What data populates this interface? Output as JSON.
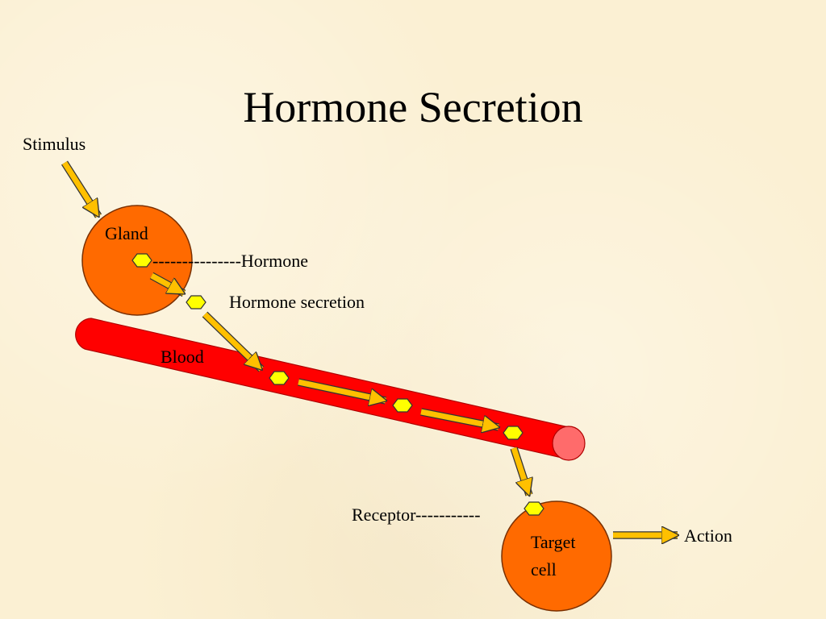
{
  "title": "Hormone Secretion",
  "labels": {
    "stimulus": "Stimulus",
    "gland": "Gland",
    "hormone": "---------------Hormone",
    "hormone_secretion": "Hormone secretion",
    "blood": "Blood",
    "receptor": "Receptor-----------",
    "target_line1": "Target",
    "target_line2": "cell",
    "action": "Action"
  },
  "colors": {
    "background": "#fbf0d3",
    "gland_fill": "#ff6a00",
    "vessel_fill": "#ff0000",
    "vessel_end": "#ff6b6b",
    "arrow_fill": "#ffc000",
    "hormone_fill": "#ffff00"
  }
}
